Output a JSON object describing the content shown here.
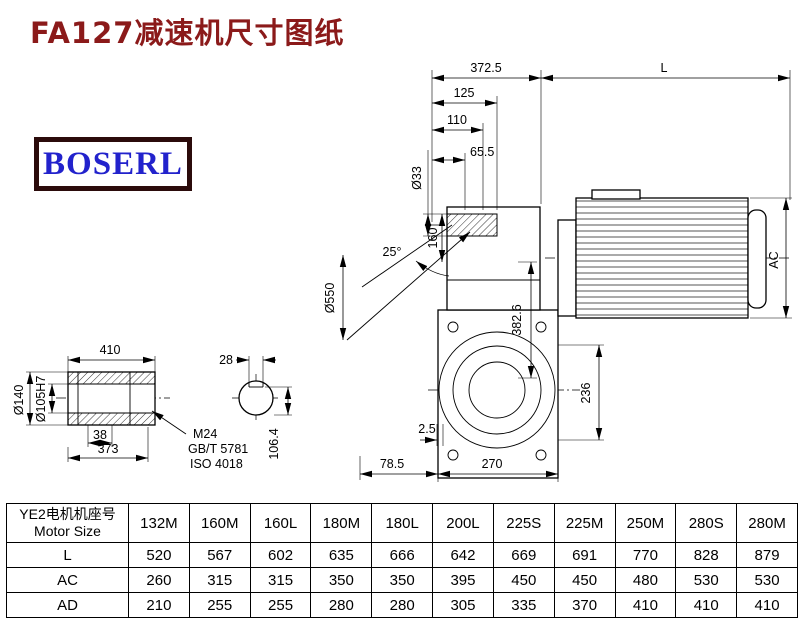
{
  "title": "FA127减速机尺寸图纸",
  "logo": "BOSERL",
  "drawing": {
    "dims": {
      "top_span": "372.5",
      "motor_len": "L",
      "d125": "125",
      "d110": "110",
      "d65_5": "65.5",
      "shaft_dia": "Ø33",
      "d160": "160",
      "tilt_angle": "25°",
      "swing_dia": "Ø550",
      "d382_6": "382.6",
      "motor_height": "AC",
      "d236": "236",
      "d2_5": "2.5",
      "d78_5": "78.5",
      "d270": "270",
      "shaft_len": "410",
      "key_width": "28",
      "flange_dia": "Ø140",
      "bore_dia": "Ø105H7",
      "d38": "38",
      "d373": "373",
      "screw_spec": "M24",
      "screw_std_gb": "GB/T 5781",
      "screw_std_iso": "ISO 4018",
      "d106_4": "106.4"
    }
  },
  "table": {
    "header": {
      "label_line1": "YE2电机机座号",
      "label_line2": "Motor Size",
      "sizes": [
        "132M",
        "160M",
        "160L",
        "180M",
        "180L",
        "200L",
        "225S",
        "225M",
        "250M",
        "280S",
        "280M"
      ]
    },
    "rows": [
      {
        "label": "L",
        "values": [
          "520",
          "567",
          "602",
          "635",
          "666",
          "642",
          "669",
          "691",
          "770",
          "828",
          "879"
        ]
      },
      {
        "label": "AC",
        "values": [
          "260",
          "315",
          "315",
          "350",
          "350",
          "395",
          "450",
          "450",
          "480",
          "530",
          "530"
        ]
      },
      {
        "label": "AD",
        "values": [
          "210",
          "255",
          "255",
          "280",
          "280",
          "305",
          "335",
          "370",
          "410",
          "410",
          "410"
        ]
      }
    ]
  }
}
